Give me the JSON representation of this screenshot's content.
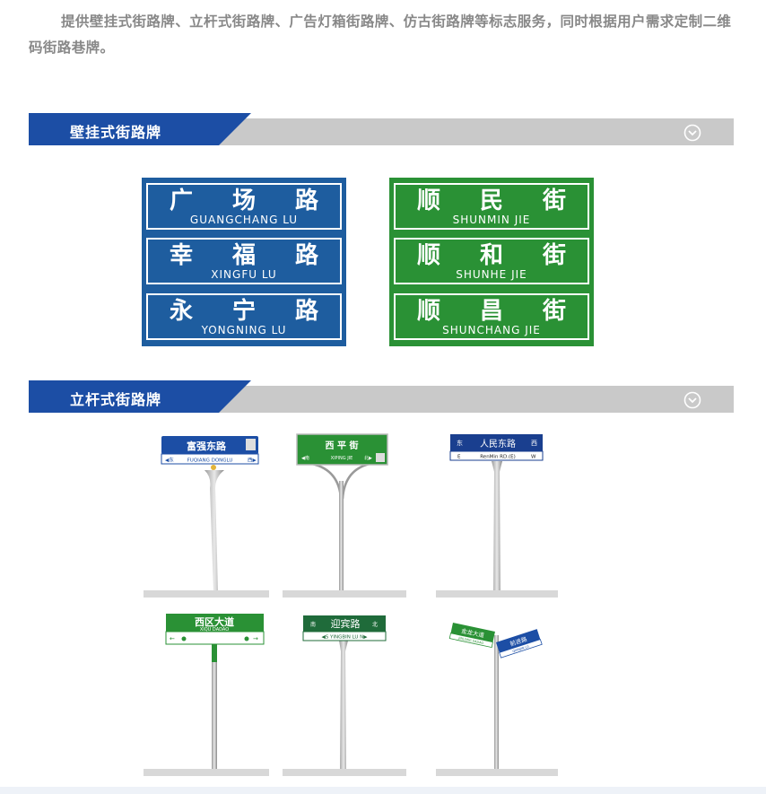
{
  "intro": {
    "text": "提供壁挂式街路牌、立杆式街路牌、广告灯箱街路牌、仿古街路牌等标志服务，同时根据用户需求定制二维码街路巷牌。"
  },
  "sections": [
    {
      "title": "壁挂式街路牌",
      "toggle_icon": "chevron-down-circle-icon"
    },
    {
      "title": "立杆式街路牌",
      "toggle_icon": "chevron-down-circle-icon"
    }
  ],
  "colors": {
    "accent": "#1c4ea5",
    "sign_blue": "#1e5d9f",
    "sign_green": "#2a9135",
    "bar_grey": "#c9c9c9"
  },
  "wall_signs": {
    "blue": [
      {
        "cn": [
          "广",
          "场",
          "路"
        ],
        "en": "GUANGCHANG LU"
      },
      {
        "cn": [
          "幸",
          "福",
          "路"
        ],
        "en": "XINGFU LU"
      },
      {
        "cn": [
          "永",
          "宁",
          "路"
        ],
        "en": "YONGNING LU"
      }
    ],
    "green": [
      {
        "cn": [
          "顺",
          "民",
          "街"
        ],
        "en": "SHUNMIN JIE"
      },
      {
        "cn": [
          "顺",
          "和",
          "街"
        ],
        "en": "SHUNHE JIE"
      },
      {
        "cn": [
          "顺",
          "昌",
          "街"
        ],
        "en": "SHUNCHANG JIE"
      }
    ]
  },
  "pole_signs": [
    {
      "top": "富强东路",
      "bottom": "FUQIANG DONGLU",
      "left": "◀东",
      "right": "西▶"
    },
    {
      "top": "西 平 街",
      "bottom": "XIPING JIE",
      "left": "◀南",
      "right": "北▶"
    },
    {
      "top": "人民东路",
      "bottom": "RenMin RD.(E)",
      "left": "东",
      "right": "西",
      "left2": "E",
      "right2": "W"
    },
    {
      "top": "西区大道",
      "bottom": "XIQU DADAO",
      "left": "←",
      "right": "→"
    },
    {
      "top": "迎宾路",
      "bottom": "◀S YINGBIN LU N▶",
      "left": "南",
      "right": "北"
    },
    {
      "top1": "金龙大道",
      "bottom1": "JINLONG DADAO",
      "top2": "前进路",
      "bottom2": "QIANJIN LU"
    }
  ]
}
